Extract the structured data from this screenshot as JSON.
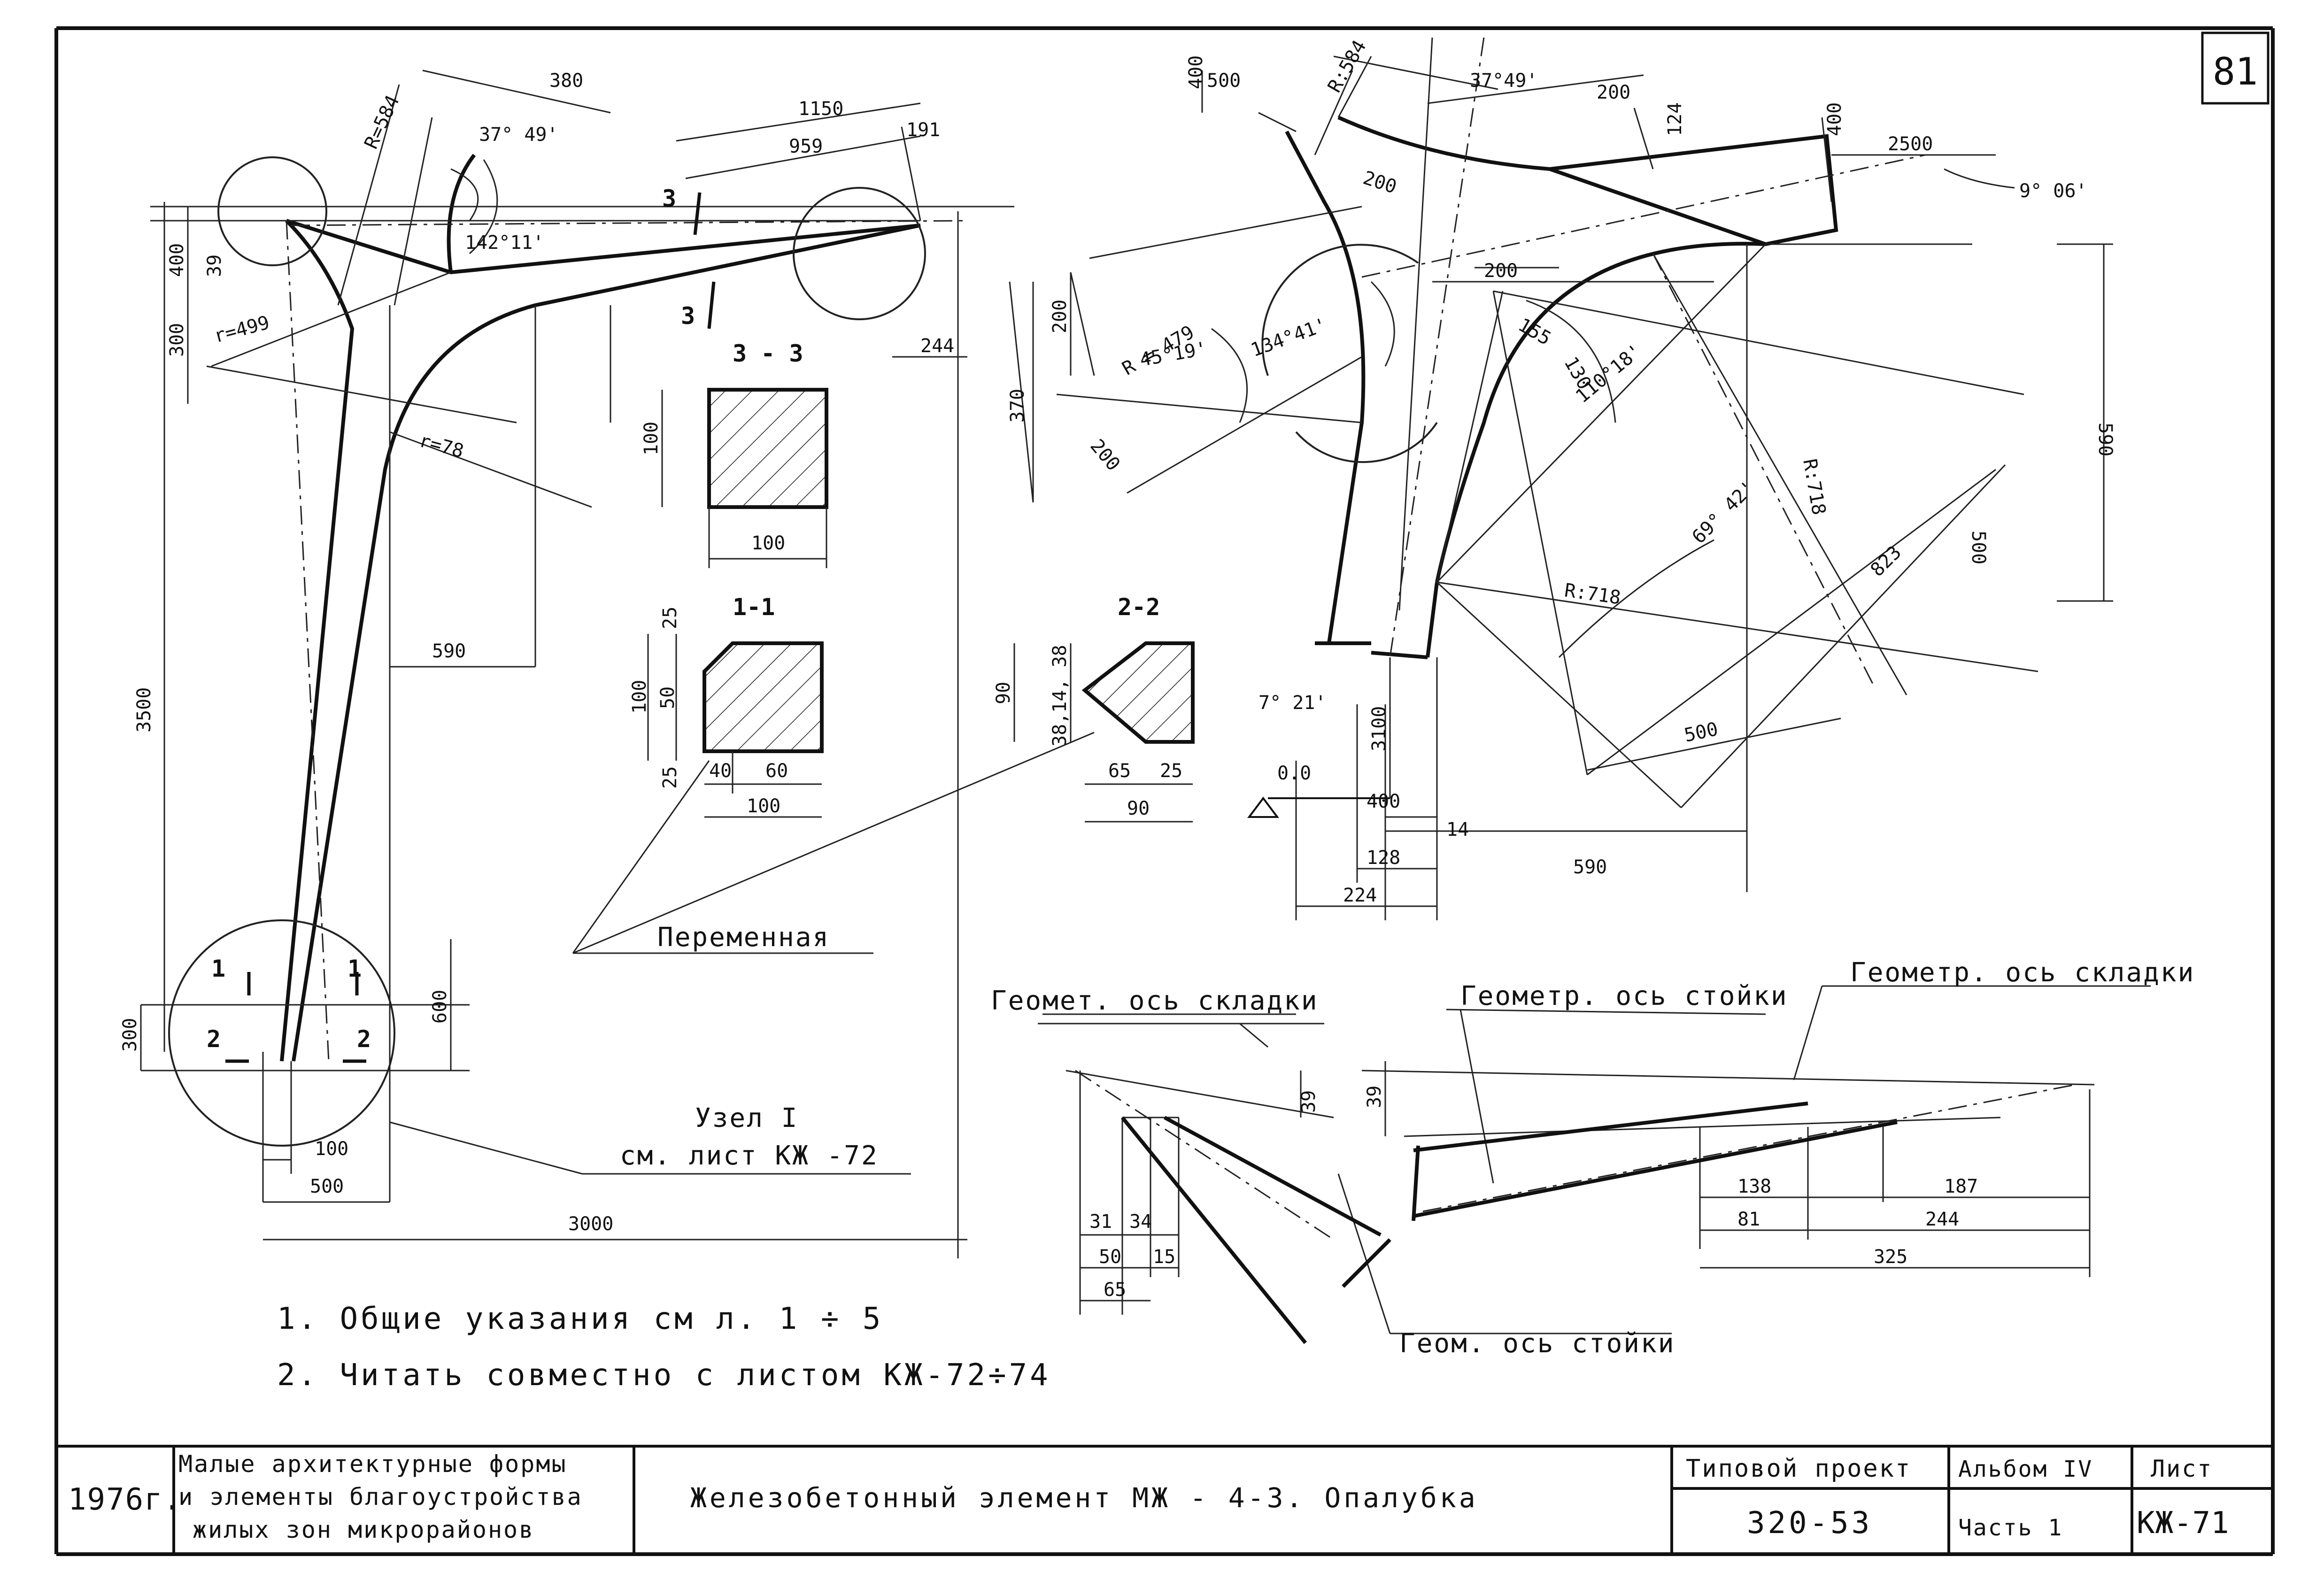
{
  "sheet_number": "81",
  "left_view": {
    "dims": {
      "d380": "380",
      "a37_49": "37° 49'",
      "r584": "R=584",
      "d1150": "1150",
      "d959": "959",
      "d191": "191",
      "a142_11": "142°11'",
      "d400": "400",
      "d39": "39",
      "d300_upper": "300",
      "r499": "r=499",
      "r78": "r=78",
      "d3500": "3500",
      "d590": "590",
      "d244": "244",
      "d600": "600",
      "d300_lower": "300",
      "d100": "100",
      "d500": "500",
      "d3000": "3000"
    },
    "cut_marks": {
      "c3": "3",
      "c1": "1",
      "c2": "2"
    },
    "node_label_1": "Узел I",
    "node_label_2": "см. лист КЖ -72"
  },
  "sections": {
    "s33": {
      "title": "3 - 3",
      "h": "100",
      "w": "100"
    },
    "s11": {
      "title": "1-1",
      "d25a": "25",
      "d100": "100",
      "d50": "50",
      "d25b": "25",
      "d40": "40",
      "d60": "60",
      "dtotal": "100"
    },
    "s22": {
      "title": "2-2",
      "d90": "90",
      "d38_14_38": "38,14, 38",
      "d65": "65",
      "d25": "25",
      "dtotal": "90"
    },
    "variable_label": "Переменная"
  },
  "right_view": {
    "dims": {
      "d400": "400",
      "d500": "500",
      "r584": "R:584",
      "a37_49": "37°49'",
      "d200_top": "200",
      "d124": "124",
      "d400b": "400",
      "d2500": "2500",
      "a9_06": "9° 06'",
      "d200_a": "200",
      "d200_b": "200",
      "r479": "R = 479",
      "a45_19": "45°19'",
      "a134_41": "134°41'",
      "d200_c": "200",
      "d370": "370",
      "d200_d": "200",
      "d155": "155",
      "d130": "130",
      "a110_18": "110°18'",
      "r718a": "R:718",
      "d590v": "590",
      "a69_42": "69° 42'",
      "d823": "823",
      "d500v": "500",
      "r718b": "R:718",
      "a7_21": "7° 21'",
      "d3100": "3100",
      "d00": "0.0",
      "d400c": "400",
      "d14": "14",
      "d128": "128",
      "d224": "224",
      "d590h": "590",
      "d500d": "500"
    }
  },
  "detail_a": {
    "label_fold": "Геомет. ось складки",
    "label_post": "Геом. ось стойки",
    "d39": "39",
    "d31": "31",
    "d34": "34",
    "d50": "50",
    "d15": "15",
    "d65": "65"
  },
  "detail_b": {
    "label_post": "Геометр. ось стойки",
    "label_fold": "Геометр. ось складки",
    "d39": "39",
    "d138": "138",
    "d187": "187",
    "d81": "81",
    "d244": "244",
    "d325": "325"
  },
  "notes": [
    "1. Общие указания см л. 1 ÷ 5",
    "2. Читать совместно с листом КЖ-72÷74"
  ],
  "title_block": {
    "year": "1976г.",
    "series_1": "Малые архитектурные формы",
    "series_2": "и элементы благоустройства",
    "series_3": "жилых зон микрорайонов",
    "drawing_title": "Железобетонный элемент МЖ - 4-3. Опалубка",
    "project_label": "Типовой проект",
    "project_number": "320-53",
    "album_label": "Альбом IV",
    "part_label": "Часть 1",
    "sheet_label": "Лист",
    "sheet_code": "КЖ-71"
  }
}
